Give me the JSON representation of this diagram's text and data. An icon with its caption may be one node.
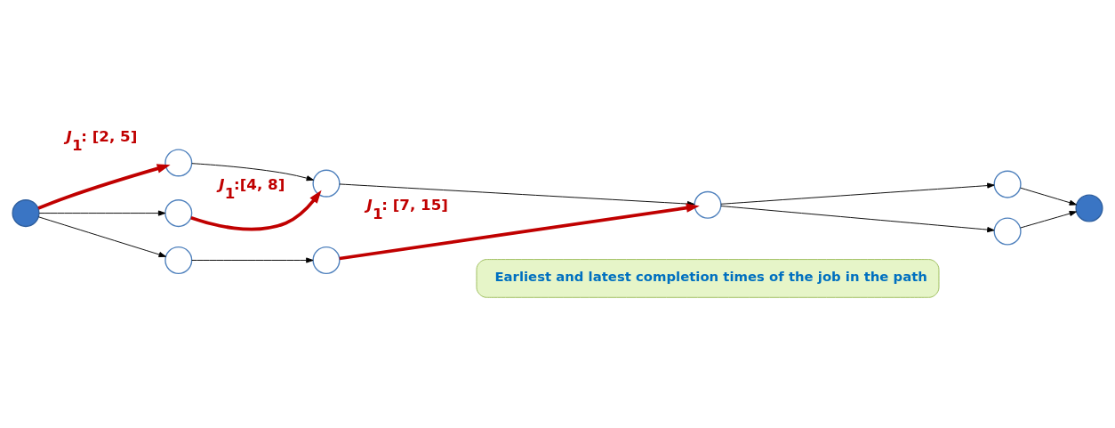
{
  "diagram": {
    "nodes": [
      {
        "text": [],
        "shape": "circle"
      },
      {
        "text": [],
        "shape": "circle"
      },
      {
        "text": [],
        "shape": "circle"
      },
      {
        "text": [],
        "shape": "circle"
      },
      {
        "text": [],
        "shape": "circle"
      },
      {
        "text": [],
        "shape": "circle"
      },
      {
        "text": [],
        "shape": "circle"
      },
      {
        "text": [],
        "shape": "circle"
      },
      {
        "text": [],
        "shape": "circle"
      },
      {
        "text": [],
        "shape": "circle"
      },
      {
        "text": [
          "Earliest and latest completion times of the job in the path"
        ]
      }
    ],
    "edges": [
      {
        "from": 0,
        "to": 1,
        "arrow": "to",
        "label": "*J*$_{1}$: [2, 5]",
        "style": "thick",
        "color": "#c00000"
      },
      {
        "from": 0,
        "to": 2,
        "arrow": "to"
      },
      {
        "from": 0,
        "to": 3,
        "arrow": "to"
      },
      {
        "from": 1,
        "to": 4,
        "arrow": "to"
      },
      {
        "from": 2,
        "to": 4,
        "arrow": "to",
        "label": "*J*$_{1}$:[4, 8]",
        "style": "thick",
        "color": "#c00000"
      },
      {
        "from": 3,
        "to": 5,
        "arrow": "to"
      },
      {
        "from": 4,
        "to": 6,
        "arrow": "to"
      },
      {
        "from": 5,
        "to": 6,
        "arrow": "to",
        "label": "*J*$_{1}$: [7, 15]",
        "style": "thick",
        "color": "#c00000"
      },
      {
        "from": 6,
        "to": 7,
        "arrow": "to"
      },
      {
        "from": 6,
        "to": 8,
        "arrow": "to"
      },
      {
        "from": 7,
        "to": 9,
        "arrow": "to"
      },
      {
        "from": 8,
        "to": 9,
        "arrow": "to"
      }
    ]
  }
}
